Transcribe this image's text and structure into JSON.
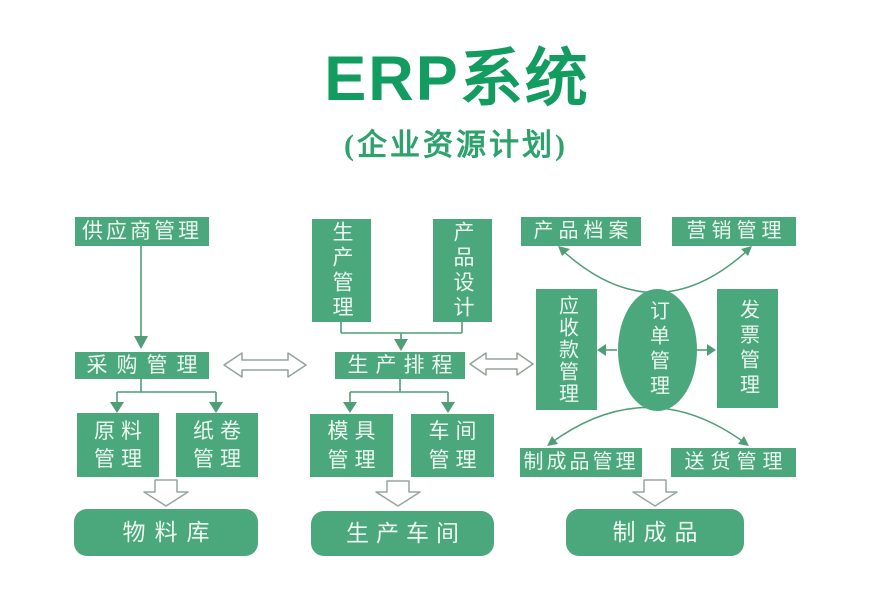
{
  "title": "ERP系统",
  "subtitle": "(企业资源计划)",
  "nodes": {
    "supplier": "供应商管理",
    "purchase": "采购管理",
    "raw_material": "原料\n管理",
    "paper_roll": "纸卷\n管理",
    "material_warehouse": "物料库",
    "production_mgmt": "生产管理",
    "product_design": "产品设计",
    "production_scheduling": "生产排程",
    "mold": "模具\n管理",
    "workshop": "车间\n管理",
    "production_workshop": "生产车间",
    "product_archive": "产品档案",
    "marketing": "营销管理",
    "receivables": "应收款管理",
    "order": "订单管理",
    "invoice": "发票管理",
    "finished_goods_mgmt": "制成品管理",
    "delivery": "送货管理",
    "finished_goods": "制成品"
  },
  "colors": {
    "node_fill": "#4ba87c",
    "node_text": "#edf7f0",
    "title_green": "#139c60",
    "connector_green": "#4f9e77",
    "hollow_arrow_outline": "#93a399",
    "background": "#ffffff"
  }
}
